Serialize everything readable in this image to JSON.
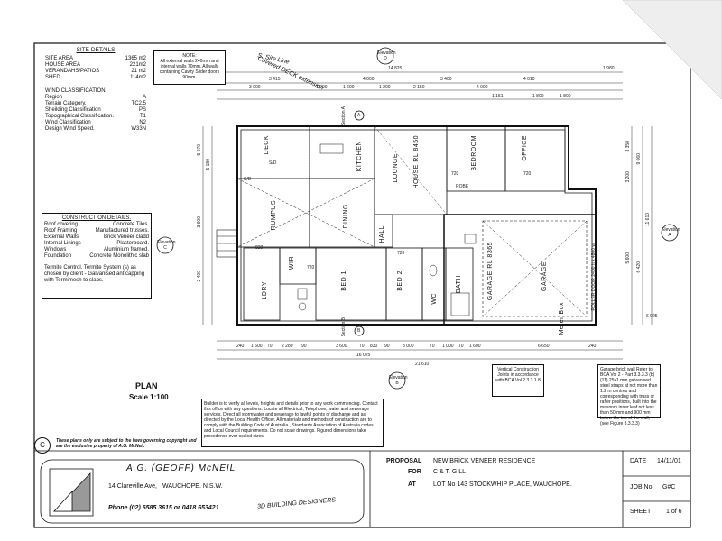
{
  "site_details": {
    "title": "SITE DETAILS",
    "rows": [
      {
        "label": "SITE AREA",
        "value": "1365 m2"
      },
      {
        "label": "HOUSE AREA",
        "value": "221m2"
      },
      {
        "label": "VERANDAHS/PATIOS",
        "value": "21 m2"
      },
      {
        "label": "SHED",
        "value": "114m2"
      }
    ]
  },
  "wind": {
    "title": "WIND CLASSIFICATION",
    "rows": [
      {
        "label": "Region",
        "value": "A"
      },
      {
        "label": "Terrain Category.",
        "value": "TC2.5"
      },
      {
        "label": "Sheilding Classification",
        "value": "PS"
      },
      {
        "label": "Topographical Classification.",
        "value": "T1"
      },
      {
        "label": "Wind Classification",
        "value": "N2"
      },
      {
        "label": "Design Wind Speed.",
        "value": "W33N"
      }
    ]
  },
  "note": {
    "title": "NOTE:",
    "text": "All external walls 240mm and internal walls 70mm. All walls containing Cavity Slider doors 90mm."
  },
  "construction": {
    "title": "CONSTRUCTION DETAILS.",
    "rows": [
      {
        "label": "Roof covering",
        "value": "Concrete Tiles."
      },
      {
        "label": "Roof Framing",
        "value": "Manufactured trusses."
      },
      {
        "label": "External Walls",
        "value": "Brick Veneer cladd"
      },
      {
        "label": "Internal Linings",
        "value": "Plasterboard."
      },
      {
        "label": "Windows",
        "value": "Aluminium framed."
      },
      {
        "label": "Foundation",
        "value": "Concrete Monolithic slab"
      }
    ],
    "termite": "Termite Control. Termite System (s) as chosen by client - Galvanised ant capping with Termimesh to slabs."
  },
  "rooms": {
    "deck": "DECK",
    "kitchen": "KITCHEN",
    "lounge": "LOUNGE",
    "house_rl": "HOUSE RL 8450",
    "bedroom": "BEDROOM",
    "office": "OFFICE",
    "rumpus": "RUMPUS",
    "dining": "DINING",
    "hall": "HALL",
    "lory": "LDRY",
    "wir": "WIR",
    "bed1": "BED 1",
    "bed2": "BED 2",
    "wc": "WC",
    "bath": "BATH",
    "garage_rl": "GARAGE RL 8365",
    "garage": "GARAGE",
    "meter_box": "Meter Box"
  },
  "dims": {
    "top_total": "14 825",
    "top_right": "1 980",
    "top_row1": [
      "3 415",
      "4 000",
      "3 400",
      "4 010"
    ],
    "top_row2": [
      "3 000",
      "1 200",
      "1 600",
      "1 200",
      "2 150",
      "4 000"
    ],
    "top_row3": [
      "1 151",
      "1 800",
      "1 800"
    ],
    "bottom_row": [
      "240",
      "1 600",
      "70",
      "2 280",
      "90",
      "3 600",
      "70",
      "830",
      "90",
      "3 000",
      "70",
      "1 000",
      "70",
      "1 600",
      "6 650",
      "240"
    ],
    "bottom_sub": "16 025",
    "bottom_total": "21 610",
    "right_side": [
      "3 350",
      "3 200",
      "9 060",
      "5 600",
      "11 610",
      "6 420",
      "6 025"
    ],
    "left_side": [
      "5 070",
      "5 180",
      "3 600",
      "2 400"
    ]
  },
  "labels": {
    "sd_1": "S/D",
    "sd_2": "S/D",
    "door_820": "820",
    "door_720": "720",
    "w_720_a": "720",
    "w_720_b": "720",
    "w_720_c": "720",
    "robe": "ROBE",
    "section_a": "Section A",
    "section_b": "Section B",
    "section_letter_a": "A",
    "section_letter_b": "B",
    "roller_door": "ROLLER DOOR 2400 h x 4800 w",
    "handwritten_1": "Covered DECK extension",
    "handwritten_2": "S. Site Line",
    "plan_title": "PLAN",
    "scale": "Scale 1:100"
  },
  "elevations": [
    {
      "name": "Elevation",
      "letter": "D"
    },
    {
      "name": "Elevation",
      "letter": "C"
    },
    {
      "name": "Elevation",
      "letter": "A"
    },
    {
      "name": "Elevation",
      "letter": "B"
    }
  ],
  "notes_vertical": "Vertical Construction Joints in accordance with BCA Vol 2 3.3.1.8",
  "notes_garage": "Garage brick wall Refer to BCA Vol 2 - Part 3.3.3.3 (b) (11) 25x1 mm galvanised steel straps at not more than 1.2 m centres and corresponding with truss or rafter positions, built into the masonry inner leaf not less than 50 mm and 900 mm below the top of the wall, (see Figure 3.3.3.3)",
  "builder_note": "Builder is to verify all levels, heights and details prior to any work commencing. Contact this office with any questions. Locate all Electrical, Telephone, water and sewerage services. Direct all stormwater and sewerage to lawful points of discharge and as directed by the Local Health Officer. All materials and methods of construction are to comply with the Building Code of Australia , Standards Association of Australia codes and Local Council requirements. Do not scale drawings. Figured dimensions take precedence over scaled sizes.",
  "copyright": {
    "symbol": "C",
    "text": "These plans only are subject to the laws governing copyright and are the exclusive property of A.G. McNeil."
  },
  "designer": {
    "name": "A.G. (GEOFF) McNEIL",
    "address": "14 Clareville Ave,",
    "town": "WAUCHOPE. N.S.W.",
    "phone": "Phone (02) 6585 3615 or 0418 653421",
    "tagline": "3D BUILDING DESIGNERS"
  },
  "title_block": {
    "proposal_label": "PROPOSAL",
    "proposal": "NEW BRICK VENEER RESIDENCE",
    "for_label": "FOR",
    "for": "C & T. GILL",
    "at_label": "AT",
    "at": "LOT No 143  STOCKWHIP PLACE,  WAUCHOPE.",
    "date_label": "DATE",
    "date": "14/11/01",
    "job_label": "JOB No",
    "job": "G#C",
    "sheet_label": "SHEET",
    "sheet": "1 of 6"
  }
}
